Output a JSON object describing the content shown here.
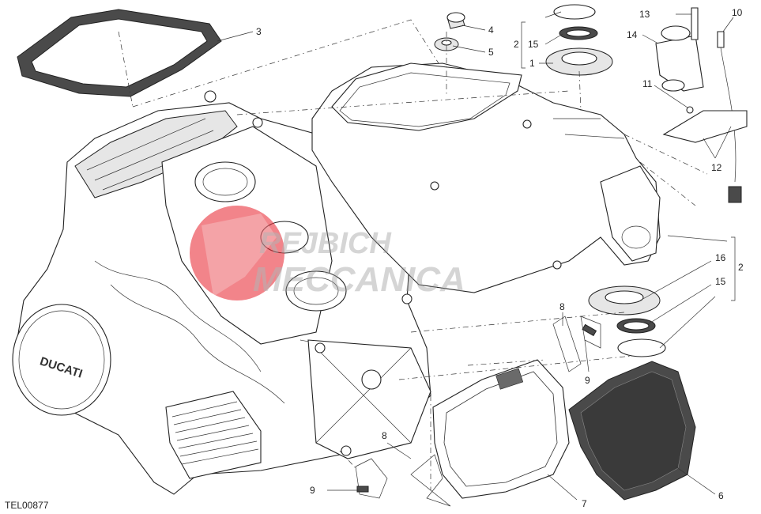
{
  "drawing": {
    "reference_code": "TEL00877",
    "engine_brand_mark": "DUCATI"
  },
  "watermark": {
    "line1": "REJBICH",
    "line2": "MECCANICA",
    "color": "#e8323c"
  },
  "callouts": {
    "c3": "3",
    "c4": "4",
    "c5": "5",
    "c2a": "2",
    "c15a": "15",
    "c1": "1",
    "c13": "13",
    "c10": "10",
    "c14": "14",
    "c11": "11",
    "c12": "12",
    "c2b": "2",
    "c16": "16",
    "c15b": "15",
    "c8a": "8",
    "c9a": "9",
    "c8b": "8",
    "c9b": "9",
    "c7": "7",
    "c6": "6"
  }
}
